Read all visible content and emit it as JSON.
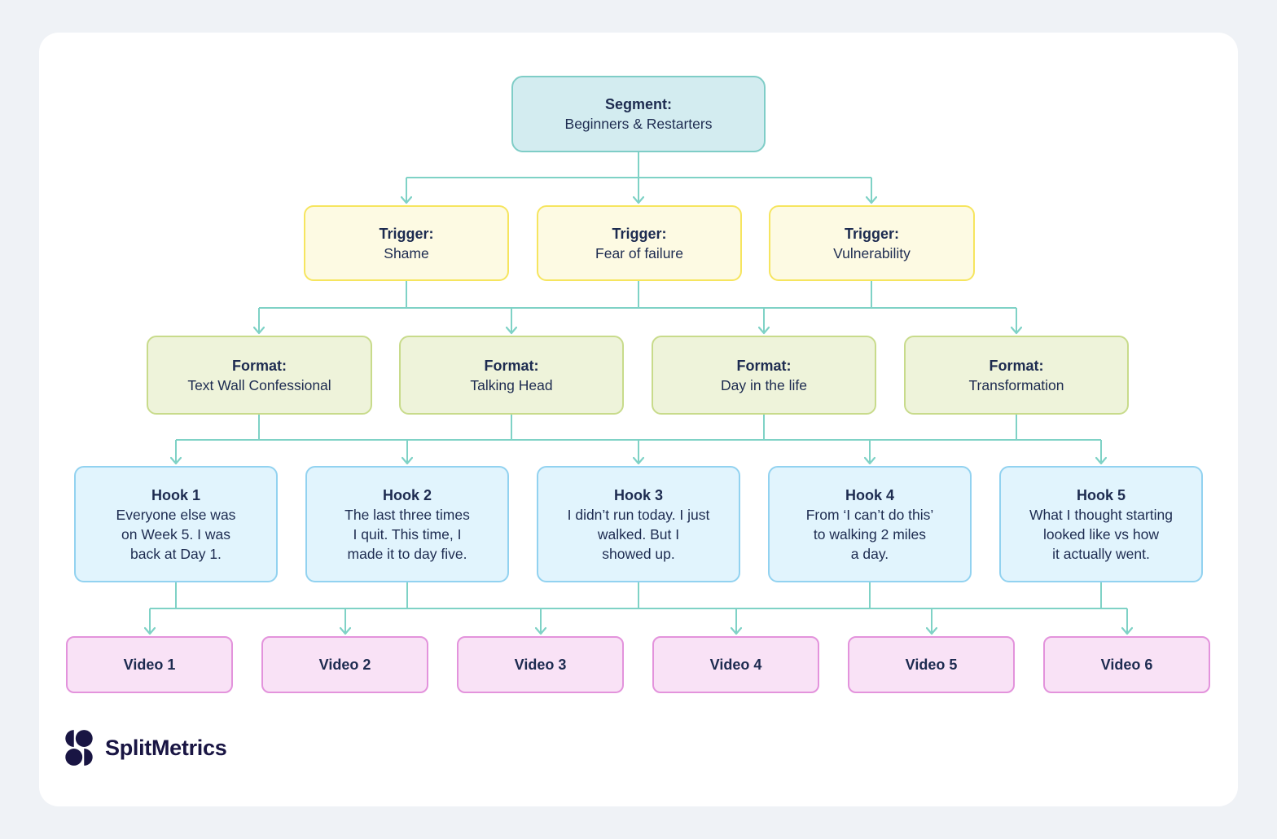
{
  "colors": {
    "bg": "#eff2f6",
    "card": "#ffffff",
    "ink": "#1d2b50",
    "connector": "#7fd2c6",
    "segment-fill": "#d3ecf0",
    "segment-border": "#7fcdc7",
    "trigger-fill": "#fdfae3",
    "trigger-border": "#f6e55f",
    "format-fill": "#eef3da",
    "format-border": "#c8db8b",
    "hook-fill": "#e1f4fd",
    "hook-border": "#92d2f0",
    "video-fill": "#f9e2f6",
    "video-border": "#e393dc",
    "logo-ink": "#191543"
  },
  "segment": {
    "heading": "Segment:",
    "label": "Beginners & Restarters"
  },
  "triggers": [
    {
      "heading": "Trigger:",
      "label": "Shame"
    },
    {
      "heading": "Trigger:",
      "label": "Fear of failure"
    },
    {
      "heading": "Trigger:",
      "label": "Vulnerability"
    }
  ],
  "formats": [
    {
      "heading": "Format:",
      "label": "Text Wall Confessional"
    },
    {
      "heading": "Format:",
      "label": "Talking Head"
    },
    {
      "heading": "Format:",
      "label": "Day in the life"
    },
    {
      "heading": "Format:",
      "label": "Transformation"
    }
  ],
  "hooks": [
    {
      "heading": "Hook 1",
      "text": "Everyone else was\non Week 5. I was\nback at Day 1."
    },
    {
      "heading": "Hook 2",
      "text": "The last three times\nI quit. This time, I\nmade it to day five."
    },
    {
      "heading": "Hook 3",
      "text": "I didn’t run today. I just\nwalked. But I\nshowed up."
    },
    {
      "heading": "Hook 4",
      "text": "From ‘I can’t do this’\nto walking 2 miles\na day."
    },
    {
      "heading": "Hook 5",
      "text": "What I thought starting\nlooked like vs how\nit actually went."
    }
  ],
  "videos": [
    {
      "label": "Video 1"
    },
    {
      "label": "Video 2"
    },
    {
      "label": "Video 3"
    },
    {
      "label": "Video 4"
    },
    {
      "label": "Video 5"
    },
    {
      "label": "Video 6"
    }
  ],
  "logo": {
    "name": "SplitMetrics"
  }
}
